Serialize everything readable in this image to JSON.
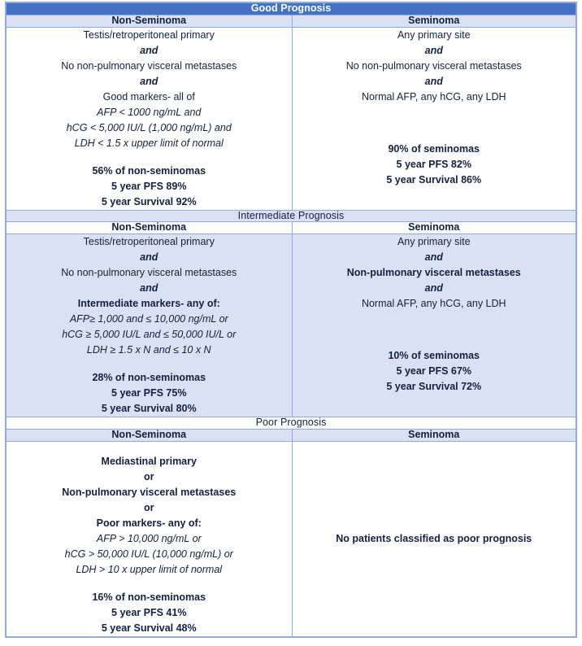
{
  "table": {
    "columns": [
      "Non-Seminoma",
      "Seminoma"
    ],
    "colors": {
      "band_dark": "#4472C4",
      "band_light": "#D9E1F2",
      "border": "#8FAADC",
      "text": "#11213F",
      "band_dark_text": "#FFFFFF"
    },
    "sections": [
      {
        "title": "Good Prognosis",
        "headers": [
          "Non-Seminoma",
          "Seminoma"
        ],
        "non_seminoma": {
          "criteria": [
            "Testis/retroperitoneal primary",
            "and",
            "No non-pulmonary visceral metastases",
            "and",
            "Good markers- all of",
            "AFP < 1000 ng/mL and",
            "hCG < 5,000 IU/L (1,000 ng/mL) and",
            "LDH < 1.5 x upper limit of normal"
          ],
          "stats": [
            "56% of non-seminomas",
            "5 year PFS 89%",
            "5 year Survival 92%"
          ]
        },
        "seminoma": {
          "criteria": [
            "Any primary site",
            "and",
            "No non-pulmonary visceral metastases",
            "and",
            "Normal AFP, any hCG, any LDH"
          ],
          "stats": [
            "90% of seminomas",
            "5 year PFS 82%",
            "5 year Survival 86%"
          ]
        }
      },
      {
        "title": "Intermediate Prognosis",
        "headers": [
          "Non-Seminoma",
          "Seminoma"
        ],
        "non_seminoma": {
          "criteria": [
            "Testis/retroperitoneal primary",
            "and",
            "No non-pulmonary visceral metastases",
            "and",
            "Intermediate markers- any of:",
            "AFP≥ 1,000 and ≤ 10,000 ng/mL or",
            "hCG ≥ 5,000 IU/L and ≤ 50,000 IU/L or",
            "LDH ≥ 1.5 x N and ≤ 10 x N"
          ],
          "stats": [
            "28% of non-seminomas",
            "5 year PFS 75%",
            "5 year Survival 80%"
          ]
        },
        "seminoma": {
          "criteria": [
            "Any primary site",
            "and",
            "Non-pulmonary visceral metastases",
            "and",
            "Normal AFP, any hCG, any LDH"
          ],
          "stats": [
            "10% of seminomas",
            "5 year PFS 67%",
            "5 year Survival 72%"
          ]
        }
      },
      {
        "title": "Poor Prognosis",
        "headers": [
          "Non-Seminoma",
          "Seminoma"
        ],
        "non_seminoma": {
          "criteria": [
            "Mediastinal primary",
            "or",
            "Non-pulmonary visceral metastases",
            "or",
            "Poor markers- any of:",
            "AFP > 10,000 ng/mL or",
            "hCG > 50,000 IU/L (10,000 ng/mL) or",
            "LDH > 10 x upper limit of normal"
          ],
          "stats": [
            "16% of non-seminomas",
            "5 year PFS 41%",
            "5 year Survival 48%"
          ]
        },
        "seminoma": {
          "note": "No patients classified as poor prognosis"
        }
      }
    ]
  }
}
